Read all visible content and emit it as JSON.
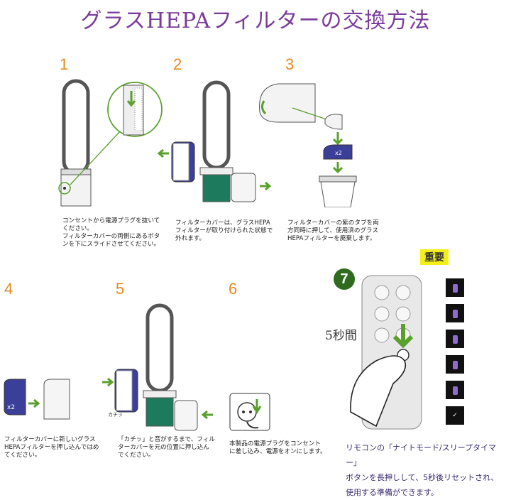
{
  "title": "グラスHEPAフィルターの交換方法",
  "steps": [
    {
      "num": "1",
      "caption": "コンセントから電源プラグを抜いて\nください。\nフィルターカバーの両側にあるボタ\nンを下にスライドさせてください。"
    },
    {
      "num": "2",
      "caption": "フィルターカバーは、グラスHEPA\nフィルターが取り付けられた状態で\n外れます。"
    },
    {
      "num": "3",
      "caption": "フィルターカバーの紫のタブを両\n方同時に押して、使用済のグラス\nHEPAフィルターを廃棄します。"
    },
    {
      "num": "4",
      "caption": "フィルターカバーに新しいグラス\nHEPAフィルターを押し込んではめ\nてください。"
    },
    {
      "num": "5",
      "caption": "「カチッ」と音がするまで、フィル\nターカバーを元の位置に押し込ん\nでください。"
    },
    {
      "num": "6",
      "caption": "本製品の電源プラグをコンセント\nに差し込み、電源をオンにします。"
    }
  ],
  "labels": {
    "x2": "x2",
    "click": "カチッ",
    "important": "重要",
    "step7": "7",
    "five_sec": "5秒間"
  },
  "step7_caption": "リモコンの「ナイトモード/スリープタイマー」\nボタンを長押しして、5秒後リセットされ、\n使用する準備ができます。",
  "colors": {
    "title": "#7a3b9c",
    "step_number": "#e48a1e",
    "arrow_green": "#5aa02c",
    "filter_purple": "#3b3f9a",
    "important_badge": "#f3ef1a"
  }
}
